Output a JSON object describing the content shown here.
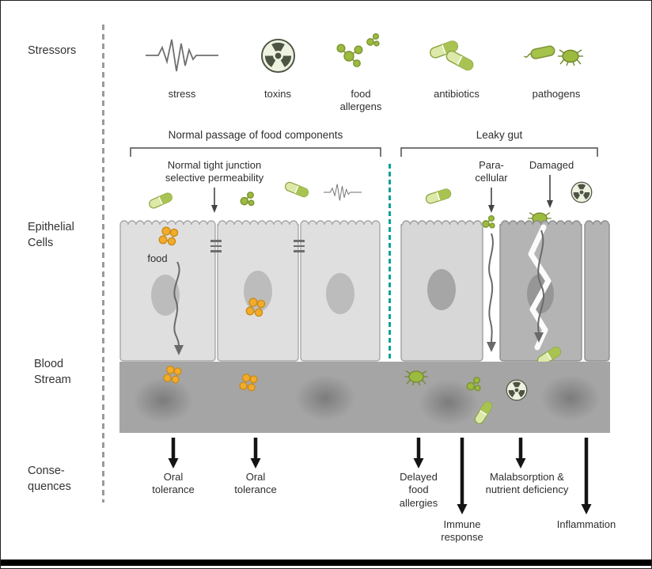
{
  "row_labels": {
    "stressors": "Stressors",
    "epithelial_cells": "Epithelial\nCells",
    "blood_stream": "Blood\nStream",
    "consequences": "Conse-\nquences"
  },
  "stressors": {
    "items": [
      {
        "name": "stress",
        "label": "stress"
      },
      {
        "name": "toxins",
        "label": "toxins"
      },
      {
        "name": "food-allergens",
        "label": "food\nallergens"
      },
      {
        "name": "antibiotics",
        "label": "antibiotics"
      },
      {
        "name": "pathogens",
        "label": "pathogens"
      }
    ]
  },
  "sections": {
    "normal_passage": {
      "title": "Normal passage of food components"
    },
    "leaky_gut": {
      "title": "Leaky gut"
    }
  },
  "annotations": {
    "tight_junction": "Normal tight junction\nselective permeability",
    "paracellular": "Para-\ncellular",
    "damaged": "Damaged",
    "food": "food"
  },
  "consequences": [
    {
      "label": "Oral\ntolerance"
    },
    {
      "label": "Oral\ntolerance"
    },
    {
      "label": "Delayed\nfood\nallergies"
    },
    {
      "label": "Immune\nresponse"
    },
    {
      "label": "Malabsorption &\nnutrient deficiency"
    },
    {
      "label": "Inflammation"
    }
  ],
  "colors": {
    "green": "#9cba3e",
    "green_light": "#dce9a9",
    "orange": "#f3ab2c",
    "teal_divider": "#00a398",
    "cell_gray": "#dfdfdf",
    "cell_damaged_gray": "#b4b4b4",
    "blood_gray": "#a5a5a5",
    "text": "#2e2e2e"
  }
}
